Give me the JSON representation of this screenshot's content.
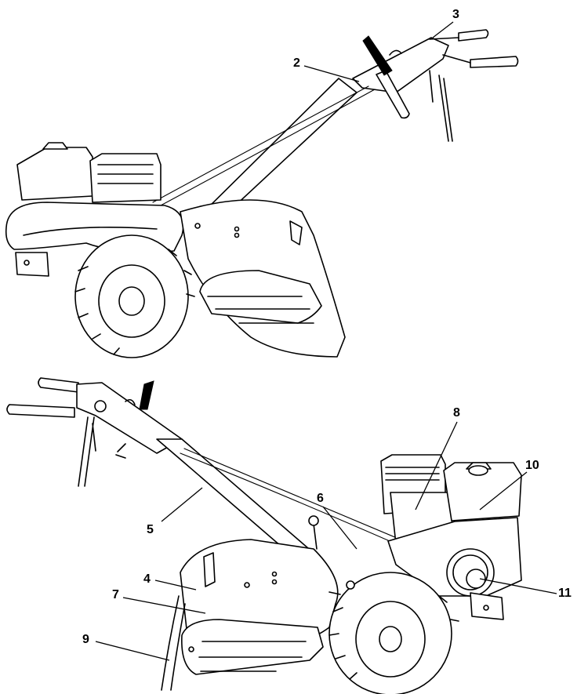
{
  "callouts": [
    {
      "id": "2",
      "text": "2"
    },
    {
      "id": "3",
      "text": "3"
    },
    {
      "id": "4",
      "text": "4"
    },
    {
      "id": "5",
      "text": "5"
    },
    {
      "id": "6",
      "text": "6"
    },
    {
      "id": "7",
      "text": "7"
    },
    {
      "id": "8",
      "text": "8"
    },
    {
      "id": "9",
      "text": "9"
    },
    {
      "id": "10",
      "text": "10"
    },
    {
      "id": "11",
      "text": "11"
    }
  ]
}
